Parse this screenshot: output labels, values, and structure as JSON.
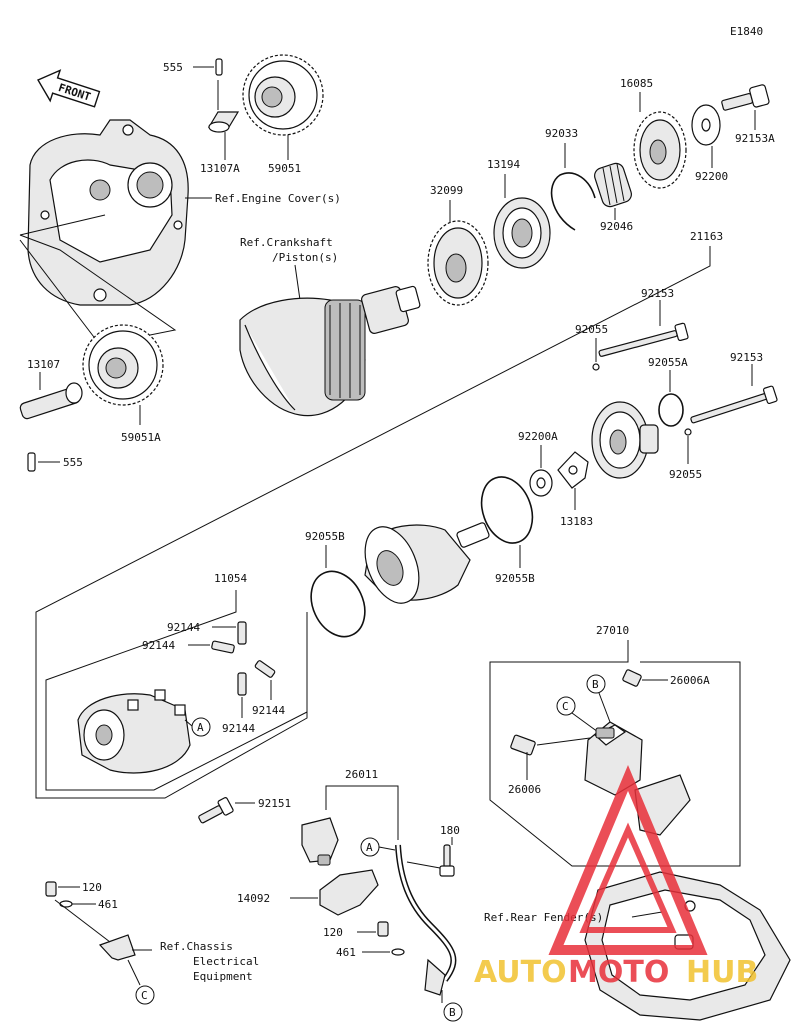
{
  "figure_code": "E1840",
  "front_label": "FRONT",
  "part_numbers": {
    "p555_top": "555",
    "p13107A": "13107A",
    "p59051": "59051",
    "p13107": "13107",
    "p555_bottom": "555",
    "p59051A": "59051A",
    "p32099": "32099",
    "p13194": "13194",
    "p92033": "92033",
    "p92046": "92046",
    "p16085": "16085",
    "p92200": "92200",
    "p92153A": "92153A",
    "p21163": "21163",
    "p92153_a": "92153",
    "p92055_a": "92055",
    "p92055A": "92055A",
    "p92153_b": "92153",
    "p92200A": "92200A",
    "p92055_b": "92055",
    "p13183": "13183",
    "p92055B_a": "92055B",
    "p92055B_b": "92055B",
    "p11054": "11054",
    "p92144_a": "92144",
    "p92144_b": "92144",
    "p92144_c": "92144",
    "p92144_d": "92144",
    "p92151": "92151",
    "p26011": "26011",
    "p180": "180",
    "p14092": "14092",
    "p120_a": "120",
    "p461_a": "461",
    "p120_b": "120",
    "p461_b": "461",
    "p27010": "27010",
    "p26006A": "26006A",
    "p26006": "26006"
  },
  "references": {
    "engine_cover": "Ref.Engine Cover(s)",
    "crankshaft_line1": "Ref.Crankshaft",
    "crankshaft_line2": "/Piston(s)",
    "rear_fender": "Ref.Rear Fender(s)",
    "chassis_line1": "Ref.Chassis",
    "chassis_line2": "Electrical",
    "chassis_line3": "Equipment"
  },
  "callouts": {
    "a1": "A",
    "a2": "A",
    "b1": "B",
    "b2": "B",
    "c1": "C",
    "c2": "C"
  },
  "watermark": {
    "part1": "AUTO",
    "part2": "MOTO",
    "part3": "HUB",
    "color_primary": "#e8303a",
    "color_accent": "#f2c230"
  }
}
